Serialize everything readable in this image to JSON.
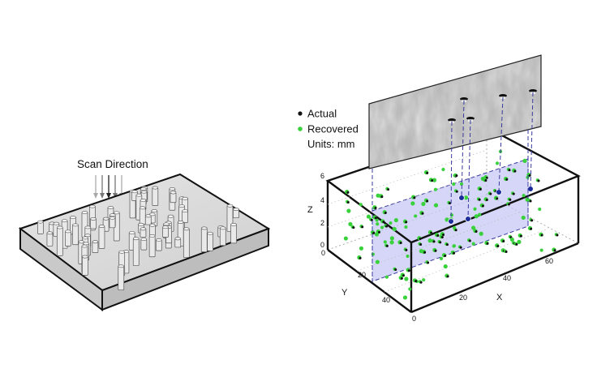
{
  "left_panel": {
    "scan_label": "Scan Direction"
  },
  "right_panel": {
    "legend": [
      {
        "label": "Actual",
        "color": "#111111"
      },
      {
        "label": "Recovered",
        "color": "#39d23c"
      }
    ],
    "units_label": "Units: mm",
    "z_axis": {
      "label": "Z",
      "ticks": [
        "0",
        "2",
        "4",
        "6"
      ]
    },
    "y_axis": {
      "label": "Y",
      "ticks": [
        "0",
        "20",
        "40"
      ]
    },
    "x_axis": {
      "label": "X",
      "ticks": [
        "0",
        "20",
        "40",
        "60"
      ]
    },
    "colors": {
      "slice_plane": "#c8c8f5",
      "highlight_point": "#1a2a9c",
      "guide_line": "#3a3aa0"
    }
  }
}
